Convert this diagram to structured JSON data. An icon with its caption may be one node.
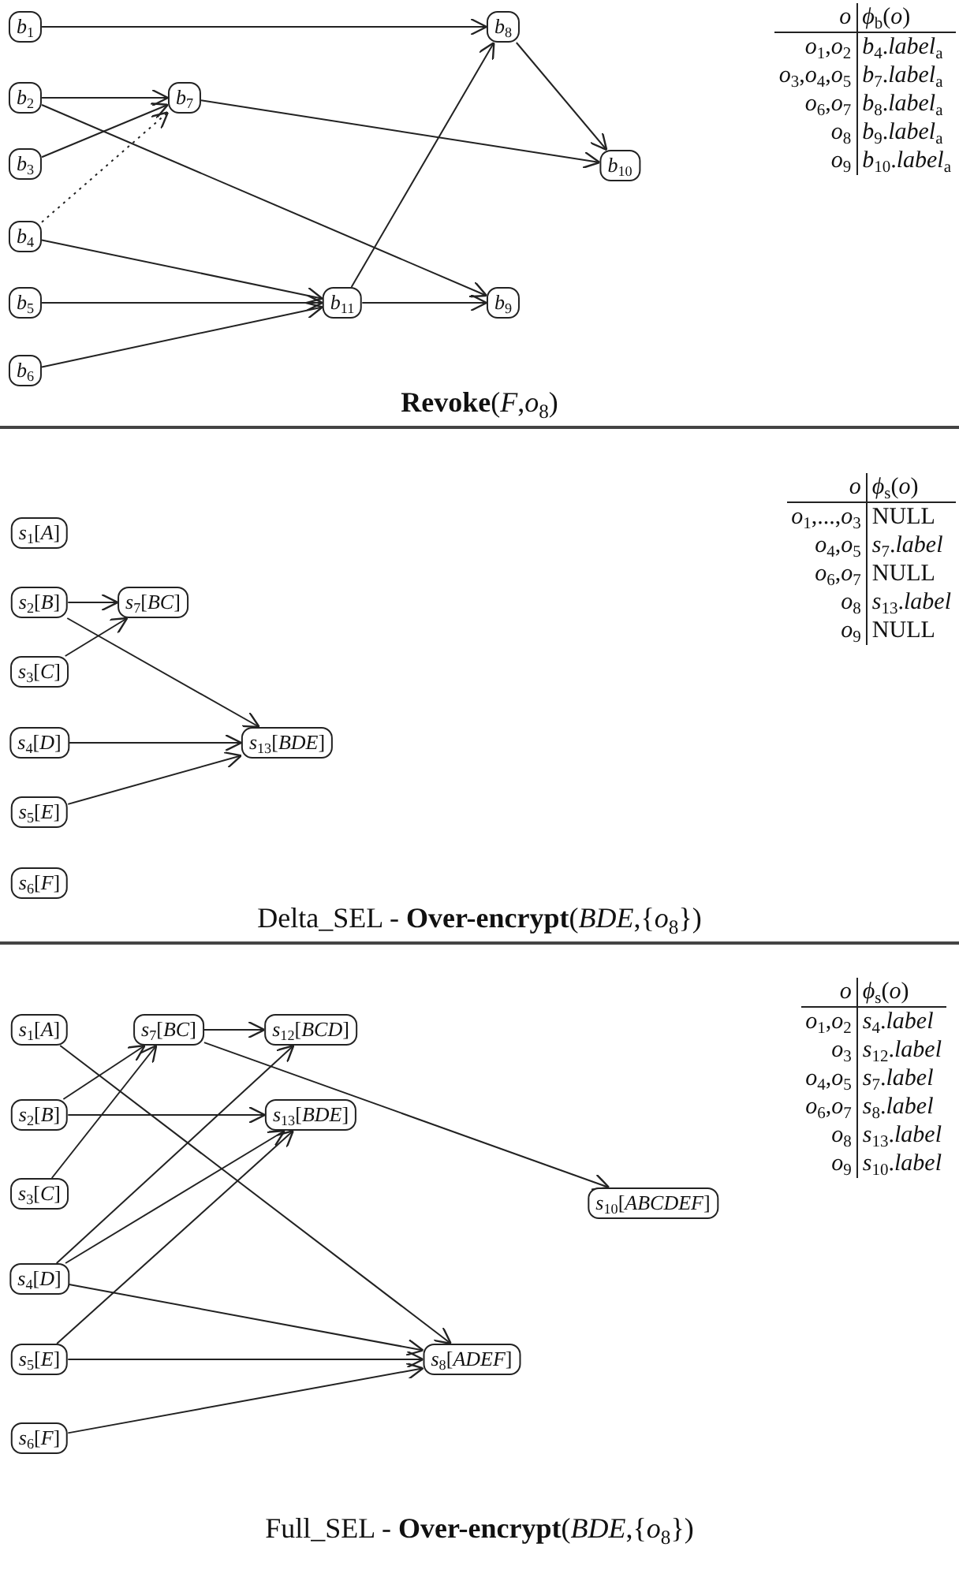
{
  "diagram": {
    "nodes": [
      {
        "text": [
          "*b*$_{1}$"
        ]
      },
      {
        "text": [
          "*b*$_{2}$"
        ]
      },
      {
        "text": [
          "*b*$_{3}$"
        ]
      },
      {
        "text": [
          "*b*$_{4}$"
        ]
      },
      {
        "text": [
          "*b*$_{5}$"
        ]
      },
      {
        "text": [
          "*b*$_{6}$"
        ]
      },
      {
        "text": [
          "*b*$_{7}$"
        ]
      },
      {
        "text": [
          "*b*$_{8}$"
        ]
      },
      {
        "text": [
          "*b*$_{9}$"
        ]
      },
      {
        "text": [
          "*b*$_{10}$"
        ]
      },
      {
        "text": [
          "*b*$_{11}$"
        ]
      },
      {
        "text": [
          "*s*$_{1}$[*A*]"
        ]
      },
      {
        "text": [
          "*s*$_{2}$[*B*]"
        ]
      },
      {
        "text": [
          "*s*$_{3}$[*C*]"
        ]
      },
      {
        "text": [
          "*s*$_{4}$[*D*]"
        ]
      },
      {
        "text": [
          "*s*$_{5}$[*E*]"
        ]
      },
      {
        "text": [
          "*s*$_{6}$[*F*]"
        ]
      },
      {
        "text": [
          "*s*$_{7}$[*BC*]"
        ]
      },
      {
        "text": [
          "*s*$_{13}$[*BDE*]"
        ]
      },
      {
        "text": [
          "*s*$_{1}$[*A*]"
        ]
      },
      {
        "text": [
          "*s*$_{2}$[*B*]"
        ]
      },
      {
        "text": [
          "*s*$_{3}$[*C*]"
        ]
      },
      {
        "text": [
          "*s*$_{4}$[*D*]"
        ]
      },
      {
        "text": [
          "*s*$_{5}$[*E*]"
        ]
      },
      {
        "text": [
          "*s*$_{6}$[*F*]"
        ]
      },
      {
        "text": [
          "*s*$_{7}$[*BC*]"
        ]
      },
      {
        "text": [
          "*s*$_{12}$[*BCD*]"
        ]
      },
      {
        "text": [
          "*s*$_{13}$[*BDE*]"
        ]
      },
      {
        "text": [
          "*s*$_{10}$[*ABCDEF*]"
        ]
      },
      {
        "text": [
          "*s*$_{8}$[*ADEF*]"
        ]
      }
    ],
    "edges": [
      {
        "from": 0,
        "to": 7,
        "arrow": "to"
      },
      {
        "from": 1,
        "to": 6,
        "arrow": "to"
      },
      {
        "from": 1,
        "to": 8,
        "arrow": "to"
      },
      {
        "from": 2,
        "to": 6,
        "arrow": "to"
      },
      {
        "from": 3,
        "to": 6,
        "arrow": "to",
        "style": "dashed"
      },
      {
        "from": 3,
        "to": 10,
        "arrow": "to"
      },
      {
        "from": 4,
        "to": 10,
        "arrow": "to"
      },
      {
        "from": 5,
        "to": 10,
        "arrow": "to"
      },
      {
        "from": 6,
        "to": 9,
        "arrow": "to"
      },
      {
        "from": 7,
        "to": 9,
        "arrow": "to"
      },
      {
        "from": 10,
        "to": 7,
        "arrow": "to"
      },
      {
        "from": 10,
        "to": 8,
        "arrow": "to"
      },
      {
        "from": 12,
        "to": 17,
        "arrow": "to"
      },
      {
        "from": 13,
        "to": 17,
        "arrow": "to"
      },
      {
        "from": 12,
        "to": 18,
        "arrow": "to"
      },
      {
        "from": 14,
        "to": 18,
        "arrow": "to"
      },
      {
        "from": 15,
        "to": 18,
        "arrow": "to"
      },
      {
        "from": 19,
        "to": 29,
        "arrow": "to"
      },
      {
        "from": 20,
        "to": 25,
        "arrow": "to"
      },
      {
        "from": 20,
        "to": 27,
        "arrow": "to"
      },
      {
        "from": 21,
        "to": 25,
        "arrow": "to"
      },
      {
        "from": 22,
        "to": 26,
        "arrow": "to"
      },
      {
        "from": 22,
        "to": 27,
        "arrow": "to"
      },
      {
        "from": 22,
        "to": 29,
        "arrow": "to"
      },
      {
        "from": 23,
        "to": 27,
        "arrow": "to"
      },
      {
        "from": 23,
        "to": 29,
        "arrow": "to"
      },
      {
        "from": 24,
        "to": 29,
        "arrow": "to"
      },
      {
        "from": 25,
        "to": 26,
        "arrow": "to"
      },
      {
        "from": 25,
        "to": 28,
        "arrow": "to"
      }
    ],
    "labels": [
      "*o*",
      "*ϕ*$_{b}$(*o*)",
      "*o*$_{1}$,*o*$_{2}$",
      "*b*$_{4}$.*label*$_{a}$",
      "*o*$_{3}$,*o*$_{4}$,*o*$_{5}$",
      "*b*$_{7}$.*label*$_{a}$",
      "*o*$_{6}$,*o*$_{7}$",
      "*b*$_{8}$.*label*$_{a}$",
      "*o*$_{8}$",
      "*b*$_{9}$.*label*$_{a}$",
      "*o*$_{9}$",
      "*b*$_{10}$.*label*$_{a}$",
      "**Revoke**(*F*,*o*$_{8}$)",
      "*o*",
      "*ϕ*$_{s}$(*o*)",
      "*o*$_{1}$,...,*o*$_{3}$",
      "NULL",
      "*o*$_{4}$,*o*$_{5}$",
      "*s*$_{7}$.*label*",
      "*o*$_{6}$,*o*$_{7}$",
      "NULL",
      "*o*$_{8}$",
      "*s*$_{13}$.*label*",
      "*o*$_{9}$",
      "NULL",
      "Delta_SEL - **Over-encrypt**(*BDE*,{*o*$_{8}$})",
      "*o*",
      "*ϕ*$_{s}$(*o*)",
      "*o*$_{1}$,*o*$_{2}$",
      "*s*$_{4}$.*label*",
      "*o*$_{3}$",
      "*s*$_{12}$.*label*",
      "*o*$_{4}$,*o*$_{5}$",
      "*s*$_{7}$.*label*",
      "*o*$_{6}$,*o*$_{7}$",
      "*s*$_{8}$.*label*",
      "*o*$_{8}$",
      "*s*$_{13}$.*label*",
      "*o*$_{9}$",
      "*s*$_{10}$.*label*",
      "Full_SEL - **Over-encrypt**(*BDE*,{*o*$_{8}$})"
    ]
  }
}
